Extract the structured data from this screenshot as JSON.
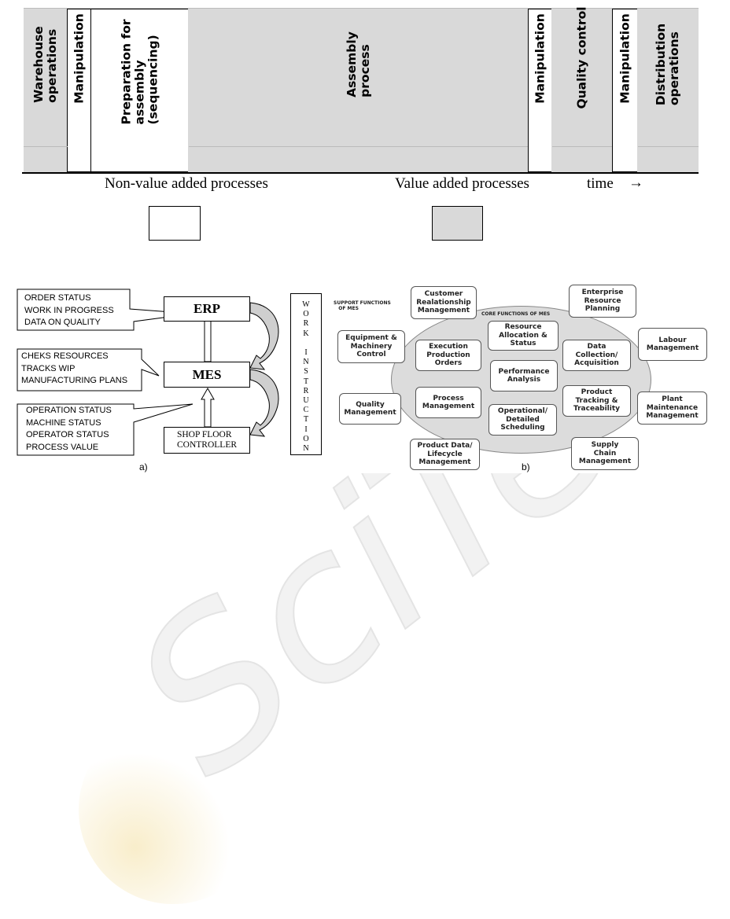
{
  "process_chart": {
    "columns": [
      {
        "label": "Warehouse\noperations",
        "type": "value_added"
      },
      {
        "label": "Manipulation",
        "type": "non_value_added"
      },
      {
        "label": "Preparation for\nassembly\n(sequencing)",
        "type": "non_value_added"
      },
      {
        "label": "Assembly\nprocess",
        "type": "value_added"
      },
      {
        "label": "Manipulation",
        "type": "non_value_added"
      },
      {
        "label": "Quality control",
        "type": "value_added"
      },
      {
        "label": "Manipulation",
        "type": "non_value_added"
      },
      {
        "label": "Distribution\noperations",
        "type": "value_added"
      }
    ],
    "legend": {
      "non_value": "Non-value added processes",
      "value": "Value added processes",
      "time": "time",
      "arrow": "→"
    },
    "colors": {
      "value_added": "#d9d9d9",
      "non_value_added": "#ffffff"
    }
  },
  "diagram_a": {
    "erp": "ERP",
    "mes": "MES",
    "shop_floor": "SHOP FLOOR\nCONTROLLER",
    "callout_top": "ORDER STATUS\nWORK IN PROGRESS\nDATA ON QUALITY",
    "callout_mid": "CHEKS RESOURCES\nTRACKS WIP\nMANUFACTURING PLANS",
    "callout_bot": "OPERATION STATUS\nMACHINE STATUS\nOPERATOR STATUS\nPROCESS VALUE",
    "work_instruction": "W\nO\nR\nK\n \nI\nN\nS\nT\nR\nU\nC\nT\nI\nO\nN",
    "caption": "a)"
  },
  "diagram_b": {
    "support_label": "SUPPORT FUNCTIONS\n   OF MES",
    "core_label": "CORE FUNCTIONS OF MES",
    "support": [
      "Customer\nRealationship\nManagement",
      "Enterprise\nResource\nPlanning",
      "Equipment &\nMachinery\nControl",
      "Labour\nManagement",
      "Quality\nManagement",
      "Plant\nMaintenance\nManagement",
      "Product Data/\nLifecycle\nManagement",
      "Supply\nChain\nManagement"
    ],
    "core": [
      "Resource\nAllocation &\nStatus",
      "Execution\nProduction\nOrders",
      "Data\nCollection/\nAcquisition",
      "Performance\nAnalysis",
      "Process\nManagement",
      "Product\nTracking &\nTraceability",
      "Operational/\nDetailed\nScheduling"
    ],
    "caption": "b)"
  }
}
